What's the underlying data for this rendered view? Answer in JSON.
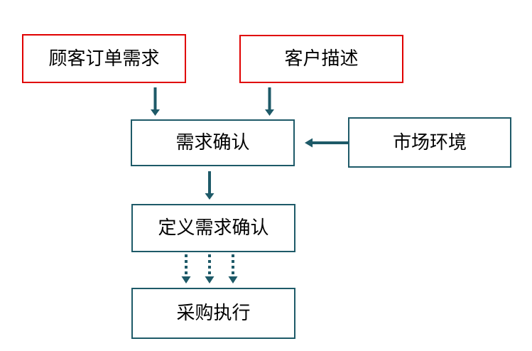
{
  "diagram": {
    "nodes": [
      {
        "id": "customer-order-demand",
        "label": "顾客订单需求",
        "border": "red"
      },
      {
        "id": "customer-description",
        "label": "客户描述",
        "border": "red"
      },
      {
        "id": "demand-confirmation",
        "label": "需求确认",
        "border": "teal"
      },
      {
        "id": "market-environment",
        "label": "市场环境",
        "border": "teal"
      },
      {
        "id": "define-demand-confirmation",
        "label": "定义需求确认",
        "border": "teal"
      },
      {
        "id": "procurement-execution",
        "label": "采购执行",
        "border": "teal"
      }
    ],
    "connections": [
      {
        "from": "顾客订单需求",
        "to": "需求确认",
        "style": "solid",
        "direction": "down"
      },
      {
        "from": "客户描述",
        "to": "需求确认",
        "style": "solid",
        "direction": "down"
      },
      {
        "from": "市场环境",
        "to": "需求确认",
        "style": "solid",
        "direction": "left"
      },
      {
        "from": "需求确认",
        "to": "定义需求确认",
        "style": "solid",
        "direction": "down"
      },
      {
        "from": "定义需求确认",
        "to": "采购执行",
        "style": "dotted",
        "direction": "down",
        "count": 3
      }
    ],
    "colors": {
      "red_border": "#e00000",
      "teal": "#1e5a68",
      "text": "#000000",
      "background": "#ffffff"
    }
  }
}
